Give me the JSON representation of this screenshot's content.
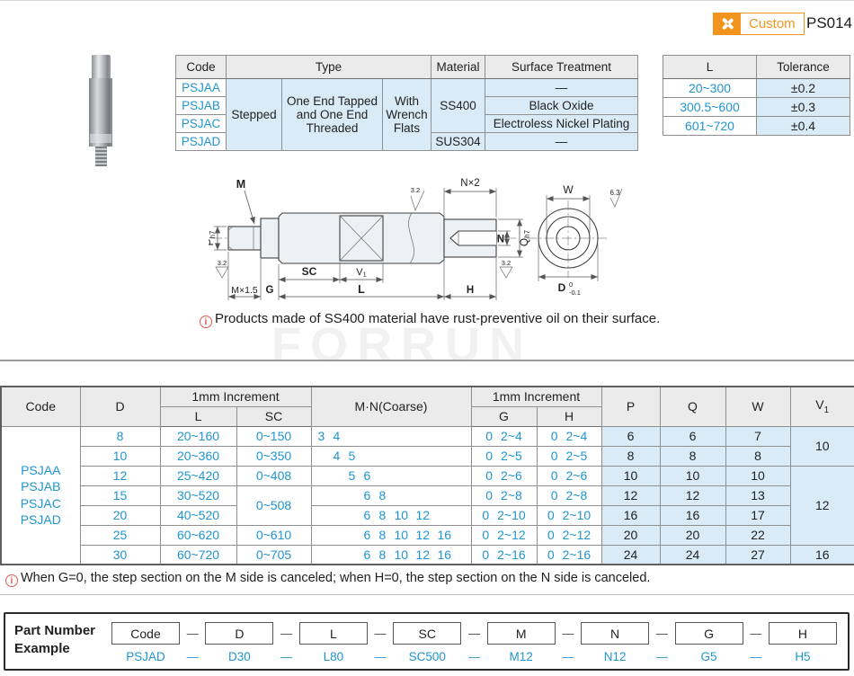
{
  "header": {
    "custom": "Custom",
    "page_code": "PS014"
  },
  "colors": {
    "accent_blue": "#2095d0",
    "brand_orange": "#f0941d",
    "cell_blue": "#d9ebf7",
    "header_gray": "#ebebeb"
  },
  "watermark": "FORRUN",
  "spec_table": {
    "h_code": "Code",
    "h_type": "Type",
    "h_material": "Material",
    "h_surface": "Surface Treatment",
    "codes": [
      "PSJAA",
      "PSJAB",
      "PSJAC",
      "PSJAD"
    ],
    "type1": "Stepped",
    "type2": "One End Tapped and One End Threaded",
    "type3": "With Wrench Flats",
    "mat1": "SS400",
    "mat2": "SUS304",
    "s1": "—",
    "s2": "Black Oxide",
    "s3": "Electroless Nickel Plating",
    "s4": "—"
  },
  "tolerance_table": {
    "h_l": "L",
    "h_tol": "Tolerance",
    "rows": [
      {
        "l": "20~300",
        "tol": "±0.2"
      },
      {
        "l": "300.5~600",
        "tol": "±0.3"
      },
      {
        "l": "601~720",
        "tol": "±0.4"
      }
    ]
  },
  "drawing": {
    "m": "M",
    "nx2": "N×2",
    "n": "N",
    "p": "P",
    "p_sub": "h7",
    "q": "Q",
    "q_sub": "h7",
    "sc": "SC",
    "v": "V",
    "v_sub": "1",
    "l": "L",
    "g": "G",
    "h": "H",
    "m15": "M×1.5",
    "r32a": "3.2",
    "r32b": "3.2",
    "r32c": "3.2",
    "r63": "6.3",
    "w": "W",
    "d": "D",
    "d_tol_top": "0",
    "d_tol_bot": "-0.1"
  },
  "notes": {
    "icon": "i",
    "note1": "Products made of SS400 material have rust-preventive oil on their surface.",
    "note2": "When G=0, the step section on the M side is canceled; when H=0, the step section on the N side is canceled."
  },
  "main_table": {
    "header": {
      "code": "Code",
      "d": "D",
      "inc1": "1mm Increment",
      "l": "L",
      "sc": "SC",
      "mn": "M·N(Coarse)",
      "inc2": "1mm Increment",
      "g": "G",
      "h": "H",
      "p": "P",
      "q": "Q",
      "w": "W",
      "v": "V",
      "v_sub": "1"
    },
    "codes": [
      "PSJAA",
      "PSJAB",
      "PSJAC",
      "PSJAD"
    ],
    "rows": [
      {
        "d": "8",
        "l": "20~160",
        "sc": "0~150",
        "mn": [
          "3",
          "4",
          "",
          "",
          "",
          "",
          "",
          ""
        ],
        "g": [
          "0",
          "2~4"
        ],
        "h": [
          "0",
          "2~4"
        ],
        "p": "6",
        "q": "6",
        "w": "7"
      },
      {
        "d": "10",
        "l": "20~360",
        "sc": "0~350",
        "mn": [
          "",
          "4",
          "5",
          "",
          "",
          "",
          "",
          ""
        ],
        "g": [
          "0",
          "2~5"
        ],
        "h": [
          "0",
          "2~5"
        ],
        "p": "8",
        "q": "8",
        "w": "8"
      },
      {
        "d": "12",
        "l": "25~420",
        "sc": "0~408",
        "mn": [
          "",
          "",
          "5",
          "6",
          "",
          "",
          "",
          ""
        ],
        "g": [
          "0",
          "2~6"
        ],
        "h": [
          "0",
          "2~6"
        ],
        "p": "10",
        "q": "10",
        "w": "10"
      },
      {
        "d": "15",
        "l": "30~520",
        "sc": "0~508",
        "mn": [
          "",
          "",
          "",
          "6",
          "8",
          "",
          "",
          ""
        ],
        "g": [
          "0",
          "2~8"
        ],
        "h": [
          "0",
          "2~8"
        ],
        "p": "12",
        "q": "12",
        "w": "13"
      },
      {
        "d": "20",
        "l": "40~520",
        "mn": [
          "",
          "",
          "",
          "6",
          "8",
          "10",
          "12",
          ""
        ],
        "g": [
          "0",
          "2~10"
        ],
        "h": [
          "0",
          "2~10"
        ],
        "p": "16",
        "q": "16",
        "w": "17"
      },
      {
        "d": "25",
        "l": "60~620",
        "sc": "0~610",
        "mn": [
          "",
          "",
          "",
          "6",
          "8",
          "10",
          "12",
          "16"
        ],
        "g": [
          "0",
          "2~12"
        ],
        "h": [
          "0",
          "2~12"
        ],
        "p": "20",
        "q": "20",
        "w": "22"
      },
      {
        "d": "30",
        "l": "60~720",
        "sc": "0~705",
        "mn": [
          "",
          "",
          "",
          "6",
          "8",
          "10",
          "12",
          "16"
        ],
        "g": [
          "0",
          "2~16"
        ],
        "h": [
          "0",
          "2~16"
        ],
        "p": "24",
        "q": "24",
        "w": "27"
      }
    ],
    "v1": [
      "10",
      "12",
      "16"
    ]
  },
  "part_number": {
    "label1": "Part Number",
    "label2": "Example",
    "dash": "—",
    "fields": [
      "Code",
      "D",
      "L",
      "SC",
      "M",
      "N",
      "G",
      "H"
    ],
    "values": [
      "PSJAD",
      "D30",
      "L80",
      "SC500",
      "M12",
      "N12",
      "G5",
      "H5"
    ]
  }
}
